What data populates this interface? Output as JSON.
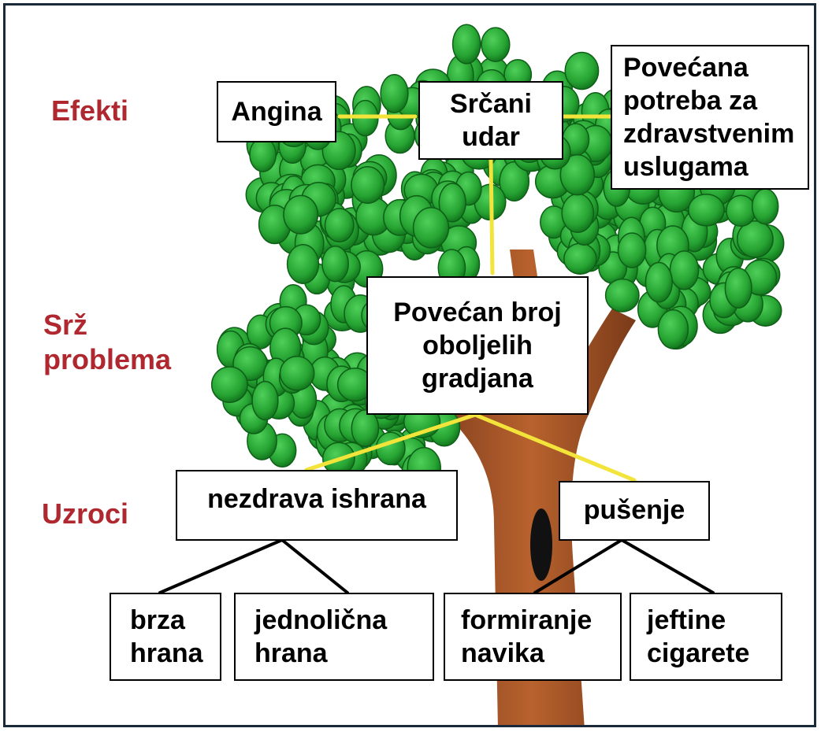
{
  "diagram": {
    "levels": {
      "effects": "Efekti",
      "core": "Srž\nproblema",
      "causes": "Uzroci"
    },
    "effects": [
      {
        "text": "Angina"
      },
      {
        "text": "Srčani\nudar"
      },
      {
        "text": "Povećana\npotreba za\nzdravstvenim\nuslugama"
      }
    ],
    "core_problem": {
      "text": "Povećan broj\noboljelih\ngradjana"
    },
    "causes": [
      {
        "text": "nezdrava ishrana",
        "subcauses": [
          "brza\nhrana",
          "jednolična\nhrana"
        ]
      },
      {
        "text": "pušenje",
        "subcauses": [
          "formiranje\nnavika",
          "jeftine\ncigarete"
        ]
      }
    ],
    "colors": {
      "level_label": "#b0282f",
      "connector_effects": "#f2e43a",
      "connector_subcauses": "#000000",
      "foliage": "#2faa3a",
      "foliage_dark": "#137a1e",
      "trunk": "#a0522d"
    }
  }
}
